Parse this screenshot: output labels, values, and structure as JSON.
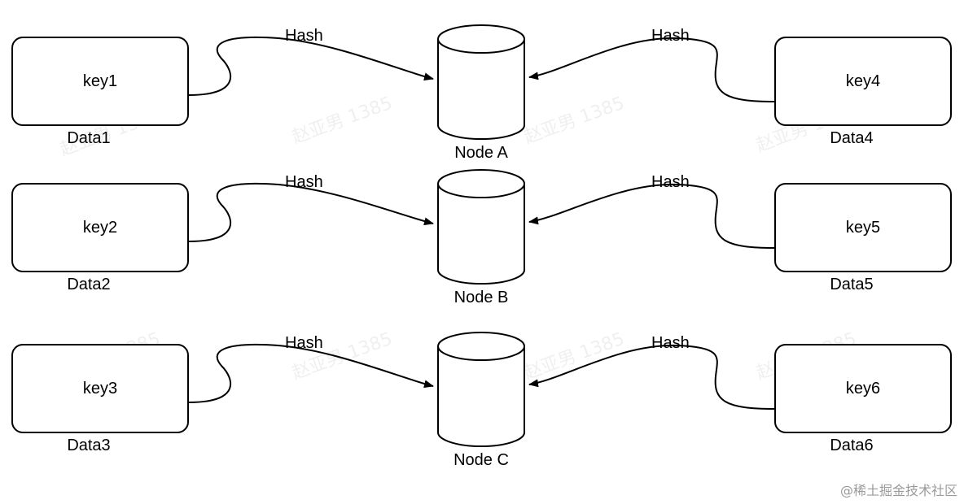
{
  "diagram": {
    "rows": [
      {
        "left": {
          "key": "key1",
          "data": "Data1"
        },
        "node": "Node A",
        "right": {
          "key": "key4",
          "data": "Data4"
        },
        "left_edge_label": "Hash",
        "right_edge_label": "Hash"
      },
      {
        "left": {
          "key": "key2",
          "data": "Data2"
        },
        "node": "Node B",
        "right": {
          "key": "key5",
          "data": "Data5"
        },
        "left_edge_label": "Hash",
        "right_edge_label": "Hash"
      },
      {
        "left": {
          "key": "key3",
          "data": "Data3"
        },
        "node": "Node C",
        "right": {
          "key": "key6",
          "data": "Data6"
        },
        "left_edge_label": "Hash",
        "right_edge_label": "Hash"
      }
    ]
  },
  "watermark": "赵亚男 1385",
  "footer": "@稀土掘金技术社区"
}
